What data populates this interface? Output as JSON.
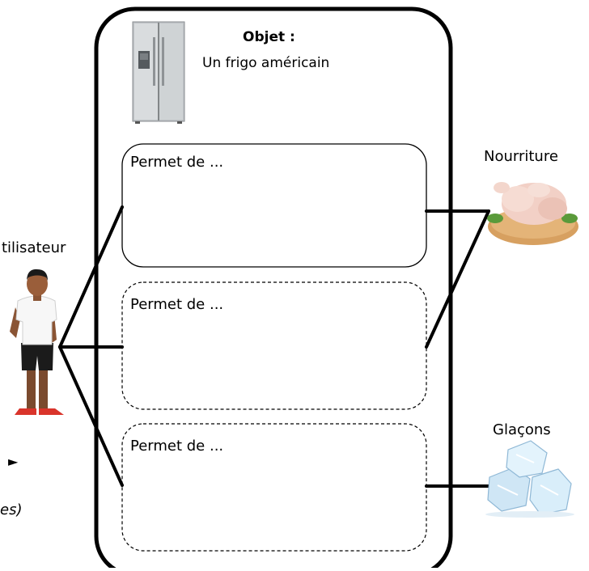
{
  "object": {
    "heading": "Objet :",
    "name": "Un frigo américain",
    "icon": "refrigerator-icon"
  },
  "functions": [
    {
      "label": "Permet de ...",
      "style": "solid"
    },
    {
      "label": "Permet de ...",
      "style": "dashed"
    },
    {
      "label": "Permet de ...",
      "style": "dashed"
    }
  ],
  "actors": {
    "user": {
      "label": "tilisateur",
      "icon": "person-icon"
    },
    "food": {
      "label": "Nourriture",
      "icon": "roast-chicken-icon"
    },
    "ice": {
      "label": "Glaçons",
      "icon": "ice-cubes-icon"
    }
  },
  "margin_marks": {
    "arrow": "►",
    "fragment": "es)"
  }
}
